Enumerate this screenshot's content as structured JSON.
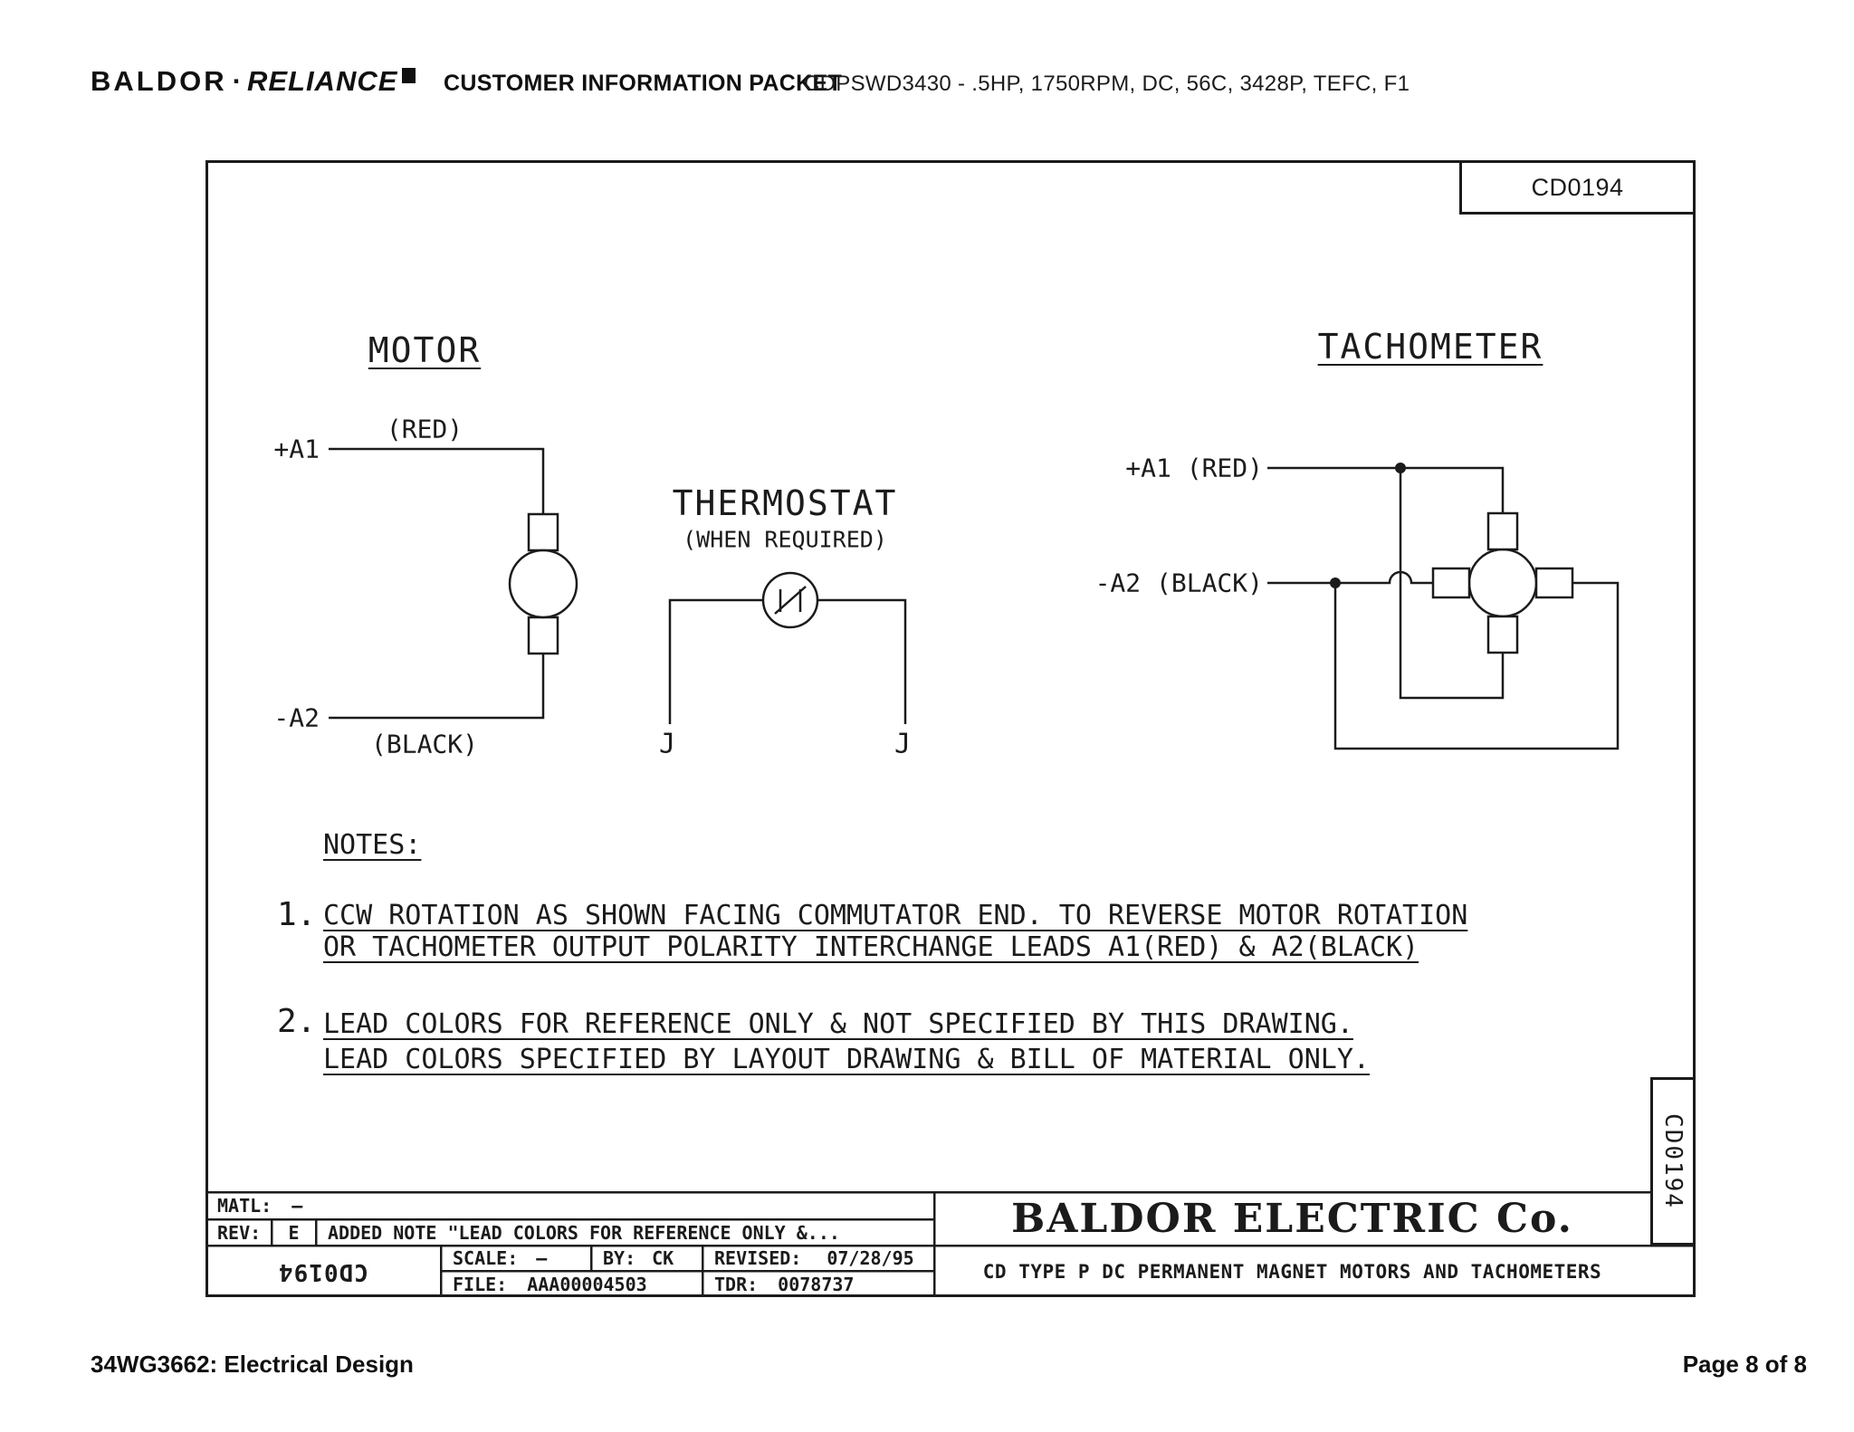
{
  "header": {
    "logo_baldor": "BALDOR",
    "logo_dot": "·",
    "logo_reliance": "RELIANCE",
    "packet_title": "CUSTOMER INFORMATION PACKET",
    "product_code": "CDPSWD3430 - .5HP, 1750RPM, DC, 56C, 3428P, TEFC, F1"
  },
  "drawing": {
    "doc_number_top": "CD0194",
    "motor": {
      "title": "MOTOR",
      "lead_pos": "+A1",
      "lead_pos_color": "(RED)",
      "lead_neg": "-A2",
      "lead_neg_color": "(BLACK)"
    },
    "thermostat": {
      "title": "THERMOSTAT",
      "subtitle": "(WHEN REQUIRED)",
      "terminal_left": "J",
      "terminal_right": "J"
    },
    "tachometer": {
      "title": "TACHOMETER",
      "lead_pos": "+A1 (RED)",
      "lead_neg": "-A2 (BLACK)"
    },
    "notes": {
      "heading": "NOTES:",
      "items": [
        {
          "number": "1.",
          "lines": [
            "CCW ROTATION AS SHOWN FACING COMMUTATOR END. TO REVERSE MOTOR ROTATION",
            "OR TACHOMETER OUTPUT POLARITY INTERCHANGE LEADS A1(RED) & A2(BLACK)"
          ]
        },
        {
          "number": "2.",
          "lines": [
            "LEAD COLORS FOR REFERENCE ONLY & NOT SPECIFIED BY THIS DRAWING.",
            "LEAD COLORS SPECIFIED BY LAYOUT DRAWING & BILL OF MATERIAL ONLY."
          ]
        }
      ]
    },
    "title_block": {
      "matl_label": "MATL:",
      "matl_value": "–",
      "rev_label": "REV:",
      "rev_value": "E",
      "rev_note": "ADDED NOTE \"LEAD COLORS FOR REFERENCE ONLY &...",
      "doc_number_rotated": "CD0194",
      "scale_label": "SCALE:",
      "scale_value": "–",
      "by_label": "BY:",
      "by_value": "CK",
      "revised_label": "REVISED:",
      "revised_value": "07/28/95",
      "file_label": "FILE:",
      "file_value": "AAA00004503",
      "tdr_label": "TDR:",
      "tdr_value": "0078737",
      "company": "BALDOR ELECTRIC Co.",
      "drawing_title": "CD TYPE P DC PERMANENT MAGNET MOTORS AND TACHOMETERS",
      "doc_number_side": "CD0194"
    }
  },
  "footer": {
    "left": "34WG3662: Electrical Design",
    "right": "Page 8 of 8"
  }
}
